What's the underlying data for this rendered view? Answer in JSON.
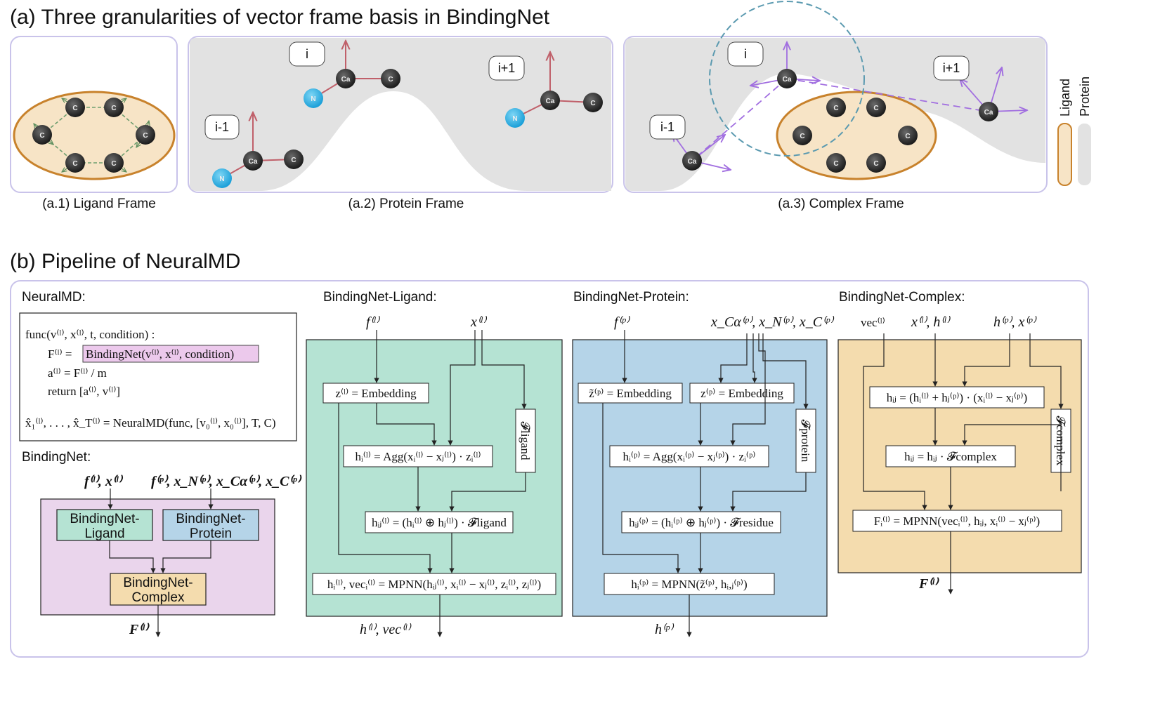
{
  "part_a": {
    "title": "(a) Three granularities of vector frame basis in BindingNet",
    "captions": [
      "(a.1) Ligand Frame",
      "(a.2) Protein Frame",
      "(a.3) Complex Frame"
    ],
    "legend": {
      "ligand": "Ligand",
      "protein": "Protein"
    },
    "residue_tags": {
      "i": "i",
      "i_minus_1": "i-1",
      "i_plus_1": "i+1"
    },
    "atoms": {
      "carbon": "C",
      "alpha": "Ca",
      "nitrogen": "N"
    },
    "colors": {
      "ligand_fill": "#f7e4c6",
      "ligand_stroke": "#c8822c",
      "protein_fill": "#e2e2e2",
      "panel_border": "#c9c3ea",
      "nitrogen": "#1aa7e0",
      "frame_red": "#c0606a",
      "frame_purple": "#a16ee0",
      "dashed_circle": "#5b9ab0"
    }
  },
  "part_b": {
    "title": "(b) Pipeline of NeuralMD",
    "neuralmd": {
      "label": "NeuralMD:",
      "code": [
        "func(v⁽ˡ⁾, x⁽ˡ⁾, t, condition) :",
        "F⁽ˡ⁾ =",
        "BindingNet(v⁽ˡ⁾, x⁽ˡ⁾, condition)",
        "a⁽ˡ⁾ = F⁽ˡ⁾ / m",
        "return [a⁽ˡ⁾, v⁽ˡ⁾]",
        "x̂₁⁽ˡ⁾, . . . , x̂_T⁽ˡ⁾ = NeuralMD(func, [v₀⁽ˡ⁾, x₀⁽ˡ⁾], T, C)"
      ]
    },
    "bindingnet": {
      "label": "BindingNet:",
      "inputs_left": "f⁽ˡ⁾, x⁽ˡ⁾",
      "inputs_right": "f⁽ᵖ⁾, x_N⁽ᵖ⁾, x_Cα⁽ᵖ⁾, x_C⁽ᵖ⁾",
      "ligand_box": [
        "BindingNet-",
        "Ligand"
      ],
      "protein_box": [
        "BindingNet-",
        "Protein"
      ],
      "complex_box": [
        "BindingNet-",
        "Complex"
      ],
      "output": "F⁽ˡ⁾"
    },
    "ligand": {
      "label": "BindingNet-Ligand:",
      "in_f": "f⁽ˡ⁾",
      "in_x": "x⁽ˡ⁾",
      "embed": "z⁽ˡ⁾ = Embedding",
      "agg": "hᵢ⁽ˡ⁾ = Agg(xᵢ⁽ˡ⁾ − xⱼ⁽ˡ⁾) · zᵢ⁽ˡ⁾",
      "frame": "𝓕ligand",
      "hij": "hᵢⱼ⁽ˡ⁾ = (hᵢ⁽ˡ⁾ ⊕ hⱼ⁽ˡ⁾) · 𝓕ligand",
      "mpnn": "hᵢ⁽ˡ⁾, vecᵢ⁽ˡ⁾ = MPNN(hᵢⱼ⁽ˡ⁾, xᵢ⁽ˡ⁾ − xⱼ⁽ˡ⁾, zᵢ⁽ˡ⁾, zⱼ⁽ˡ⁾)",
      "out": "h⁽ˡ⁾, vec⁽ˡ⁾"
    },
    "protein": {
      "label": "BindingNet-Protein:",
      "in_f": "f⁽ᵖ⁾",
      "in_x": "x_Cα⁽ᵖ⁾, x_N⁽ᵖ⁾, x_C⁽ᵖ⁾",
      "embed1": "z̃⁽ᵖ⁾ = Embedding",
      "embed2": "z⁽ᵖ⁾ = Embedding",
      "agg": "hᵢ⁽ᵖ⁾ = Agg(xᵢ⁽ᵖ⁾ − xⱼ⁽ᵖ⁾) · zᵢ⁽ᵖ⁾",
      "frame": "𝓕protein",
      "hij": "hᵢⱼ⁽ᵖ⁾ = (hᵢ⁽ᵖ⁾ ⊕ hⱼ⁽ᵖ⁾) · 𝓕residue",
      "mpnn": "hᵢ⁽ᵖ⁾ = MPNN(z̃⁽ᵖ⁾, hᵢ,ⱼ⁽ᵖ⁾)",
      "out": "h⁽ᵖ⁾"
    },
    "complex": {
      "label": "BindingNet-Complex:",
      "in_vec": "vec⁽ˡ⁾",
      "in_xh": "x⁽ˡ⁾, h⁽ˡ⁾",
      "in_hx": "h⁽ᵖ⁾, x⁽ᵖ⁾",
      "hij": "hᵢⱼ = (hᵢ⁽ˡ⁾ + hⱼ⁽ᵖ⁾) · (xᵢ⁽ˡ⁾ − xⱼ⁽ᵖ⁾)",
      "frame": "𝓕complex",
      "hij2": "hᵢⱼ = hᵢⱼ · 𝓕complex",
      "mpnn": "Fᵢ⁽ˡ⁾ = MPNN(vecᵢ⁽ˡ⁾, hᵢⱼ, xᵢ⁽ˡ⁾ − xⱼ⁽ᵖ⁾)",
      "out": "F⁽ˡ⁾"
    },
    "colors": {
      "ligand_bg": "#b5e3d3",
      "protein_bg": "#b5d4e8",
      "complex_bg": "#f4dcae",
      "bindingnet_bg": "#ead5ec",
      "highlight": "#ecc9ec"
    }
  }
}
